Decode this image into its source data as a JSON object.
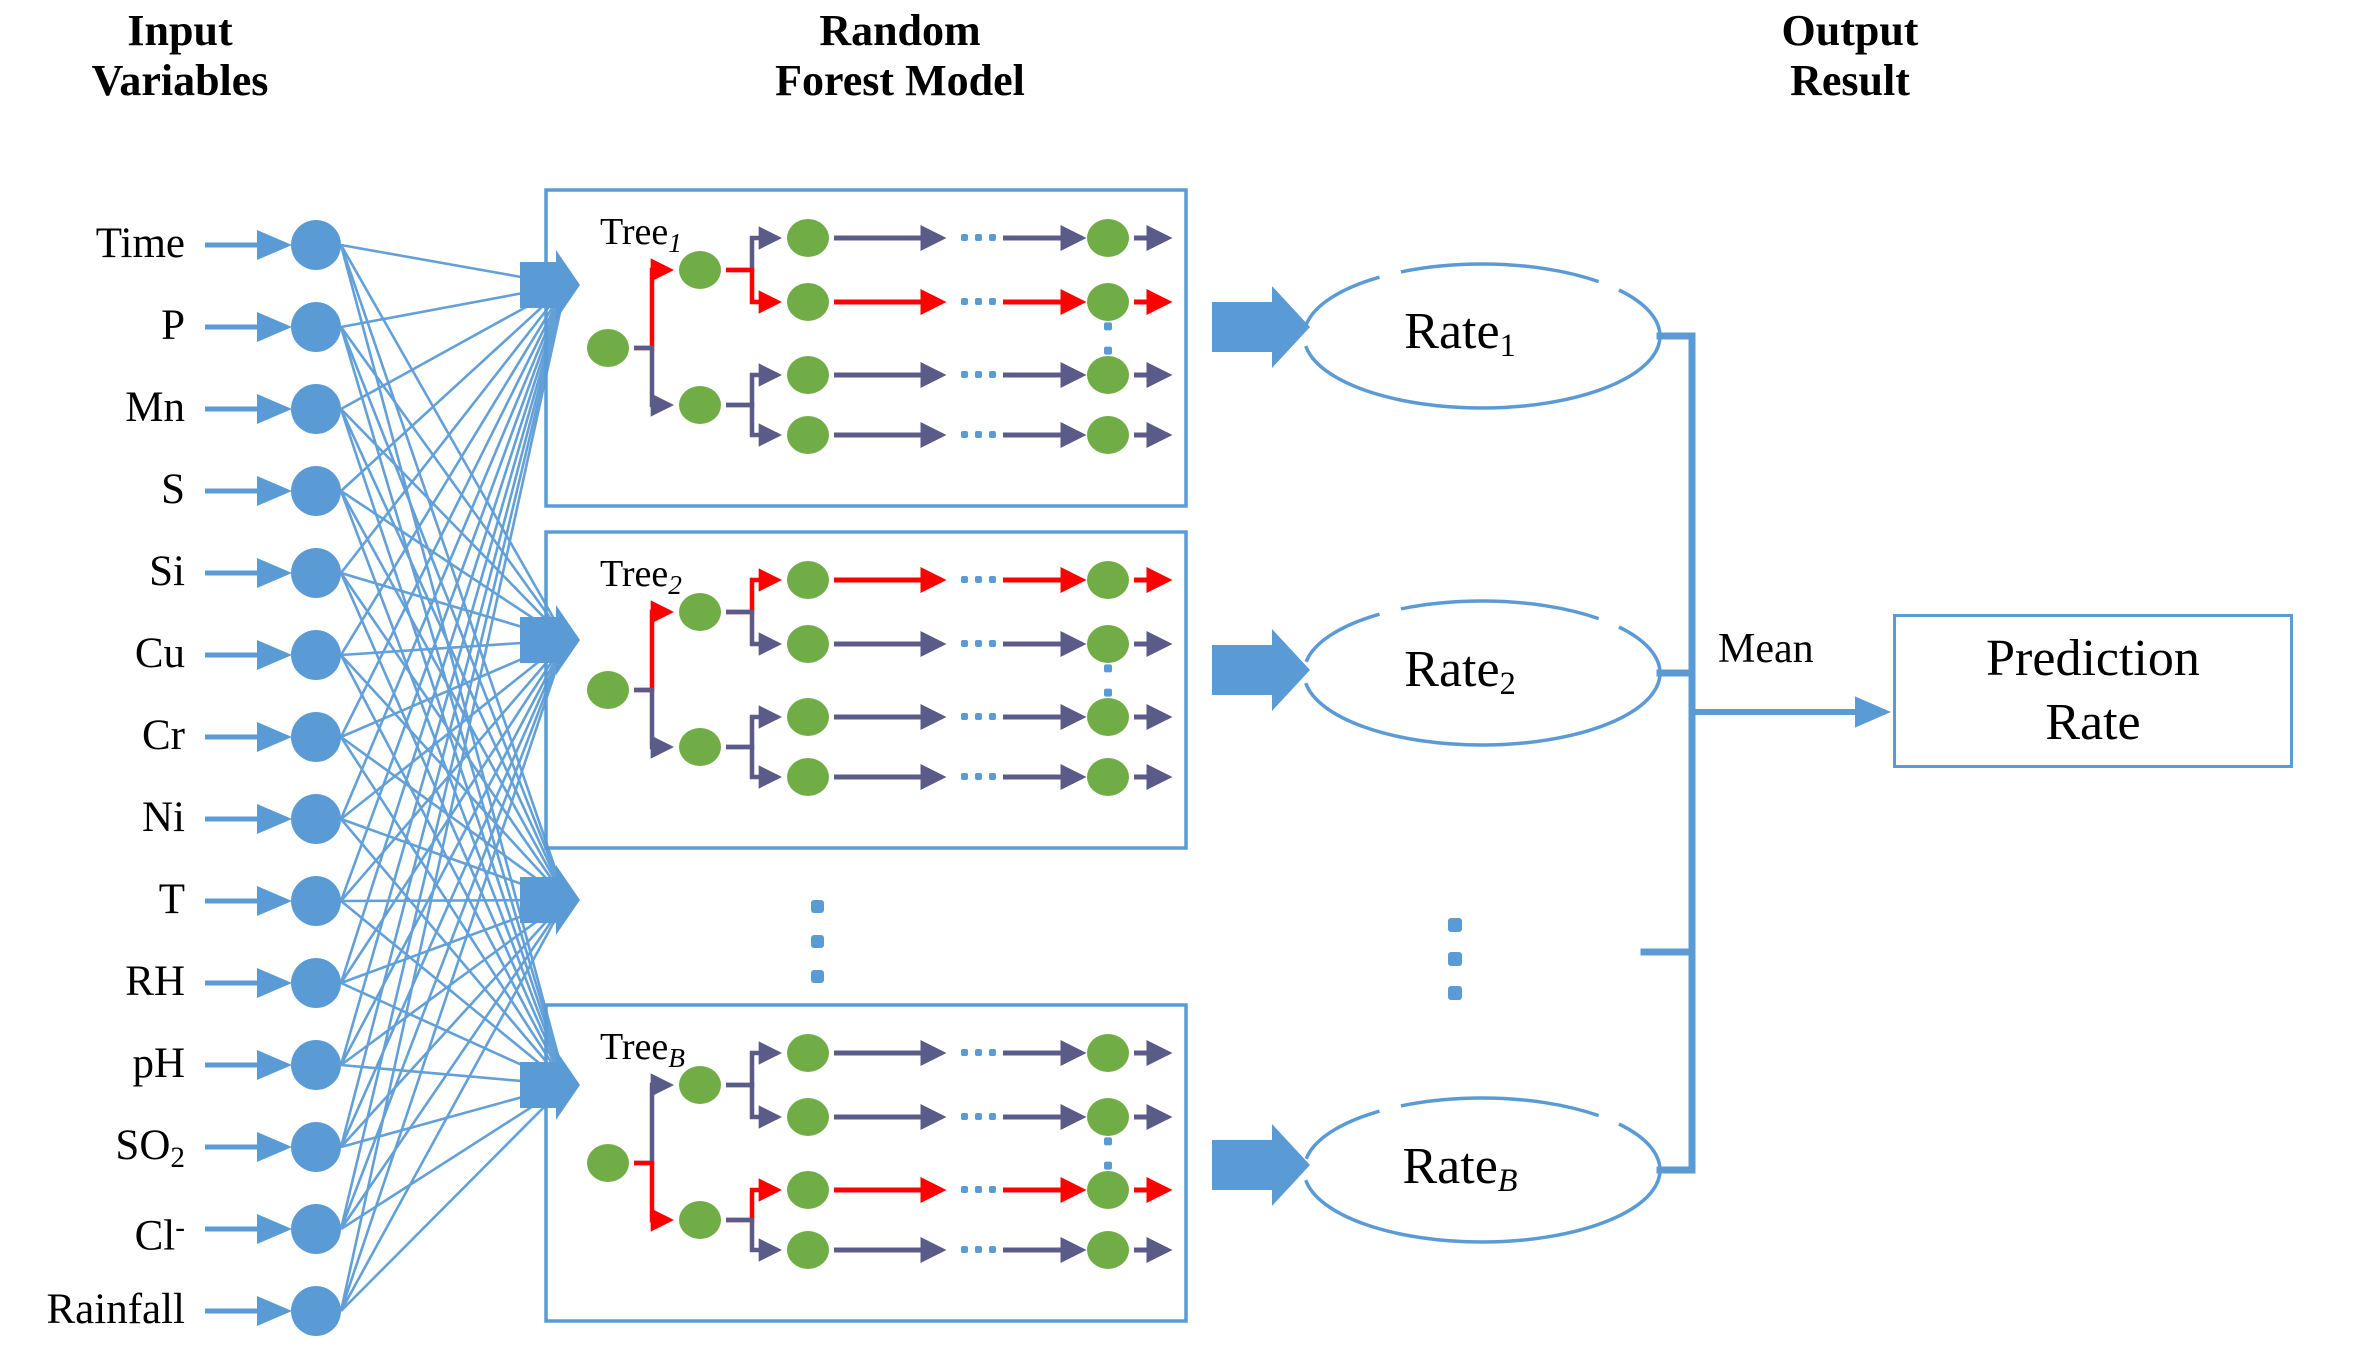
{
  "diagram": {
    "title": "Random Forest Model Schematic",
    "colors": {
      "blue": "#5B9BD5",
      "blue_dark": "#4A86C0",
      "green": "#70AD47",
      "purple": "#5B5B8A",
      "red": "#FF0000",
      "black": "#000000",
      "white": "#FFFFFF"
    }
  },
  "headers": {
    "input": "Input\nVariables",
    "model": "Random\nForest Model",
    "output": "Output\nResult"
  },
  "input_variables": [
    {
      "label": "Time",
      "sub": "",
      "sup": ""
    },
    {
      "label": "P",
      "sub": "",
      "sup": ""
    },
    {
      "label": "Mn",
      "sub": "",
      "sup": ""
    },
    {
      "label": "S",
      "sub": "",
      "sup": ""
    },
    {
      "label": "Si",
      "sub": "",
      "sup": ""
    },
    {
      "label": "Cu",
      "sub": "",
      "sup": ""
    },
    {
      "label": "Cr",
      "sub": "",
      "sup": ""
    },
    {
      "label": "Ni",
      "sub": "",
      "sup": ""
    },
    {
      "label": "T",
      "sub": "",
      "sup": ""
    },
    {
      "label": "RH",
      "sub": "",
      "sup": ""
    },
    {
      "label": "pH",
      "sub": "",
      "sup": ""
    },
    {
      "label": "SO",
      "sub": "2",
      "sup": ""
    },
    {
      "label": "Cl",
      "sub": "",
      "sup": "-"
    },
    {
      "label": "Rainfall",
      "sub": "",
      "sup": ""
    }
  ],
  "trees": [
    {
      "name": "Tree",
      "index": "1"
    },
    {
      "name": "Tree",
      "index": "2"
    },
    {
      "name": "Tree",
      "index": "B"
    }
  ],
  "rates": [
    {
      "name": "Rate",
      "index": "1"
    },
    {
      "name": "Rate",
      "index": "2"
    },
    {
      "name": "Rate",
      "index": "B"
    }
  ],
  "aggregation": {
    "operation_label": "Mean",
    "result_label": "Prediction\nRate"
  },
  "ellipsis": {
    "tree_column": "vertical-dots",
    "rate_column": "vertical-dots",
    "in_tree_horizontal": "horizontal-dots"
  }
}
